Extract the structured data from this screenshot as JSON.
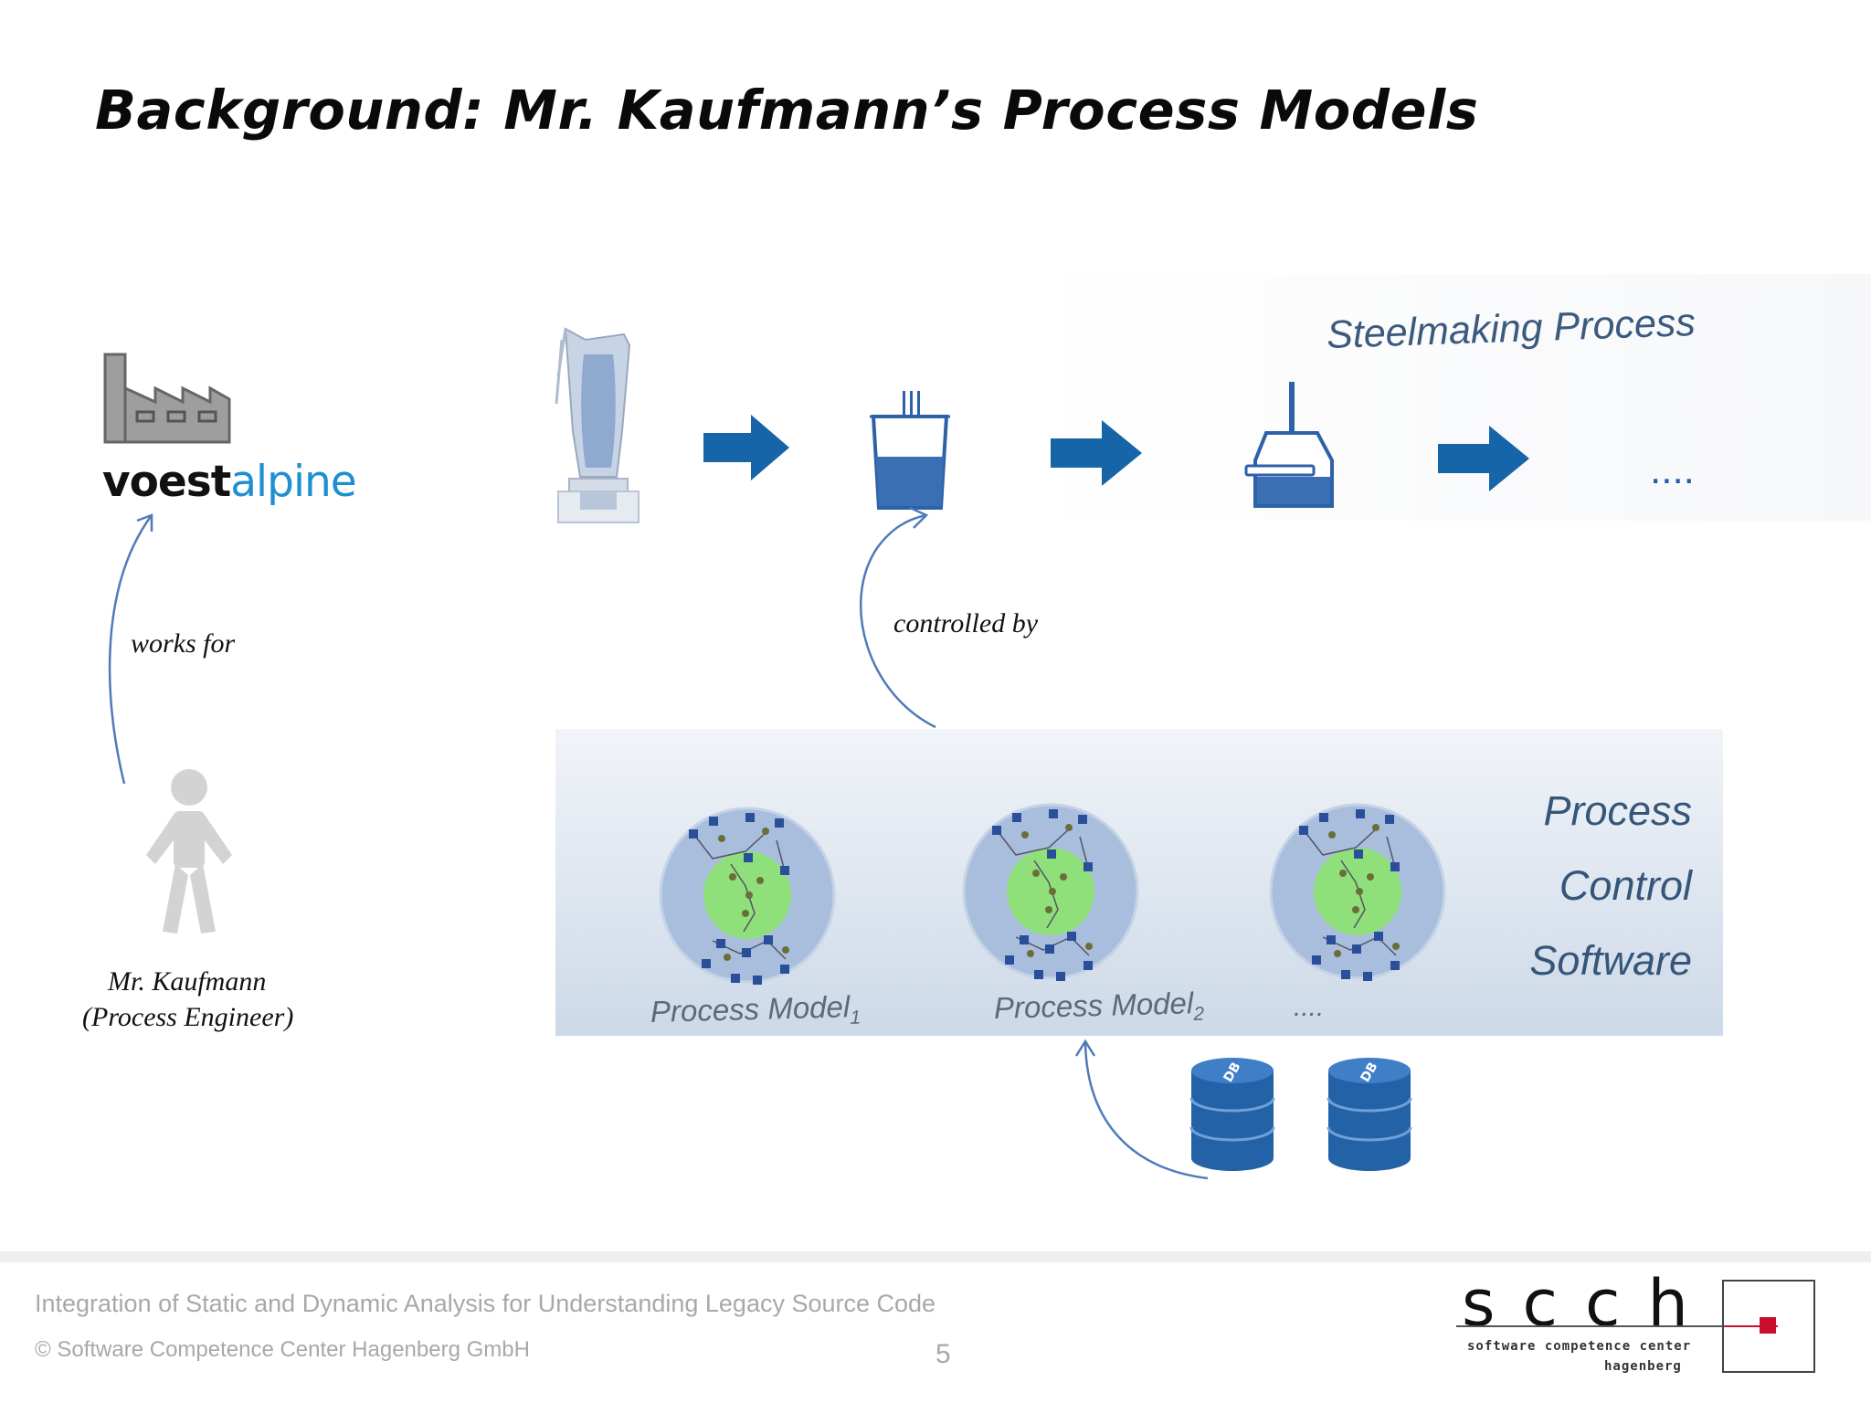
{
  "slide": {
    "title": "Background: Mr. Kaufmann’s Process Models",
    "page_number": "5"
  },
  "company": {
    "logo_part1": "voest",
    "logo_part2": "alpine",
    "relation_label": "works for"
  },
  "person": {
    "name": "Mr. Kaufmann",
    "role": "(Process Engineer)"
  },
  "steelmaking": {
    "label": "Steelmaking Process",
    "ellipsis": "....",
    "control_label": "controlled by"
  },
  "process_control_software": {
    "line1": "Process",
    "line2": "Control",
    "line3": "Software",
    "models": [
      {
        "name": "Process Model",
        "subscript": "1"
      },
      {
        "name": "Process Model",
        "subscript": "2"
      }
    ],
    "ellipsis": "....",
    "db_label": "DB"
  },
  "footer": {
    "presentation_title": "Integration of Static and Dynamic Analysis for Understanding Legacy Source Code",
    "copyright": "© Software Competence Center Hagenberg GmbH",
    "logo_text": "scch",
    "logo_subtitle1": "software competence center",
    "logo_subtitle2": "hagenberg"
  },
  "colors": {
    "arrow_blue": "#1565a8",
    "title_text": "#0a0a0a",
    "steel_label": "#3b5a7d",
    "model_green": "#8fe07a",
    "model_ring": "#a9bedc",
    "logo_red": "#c8102e"
  }
}
